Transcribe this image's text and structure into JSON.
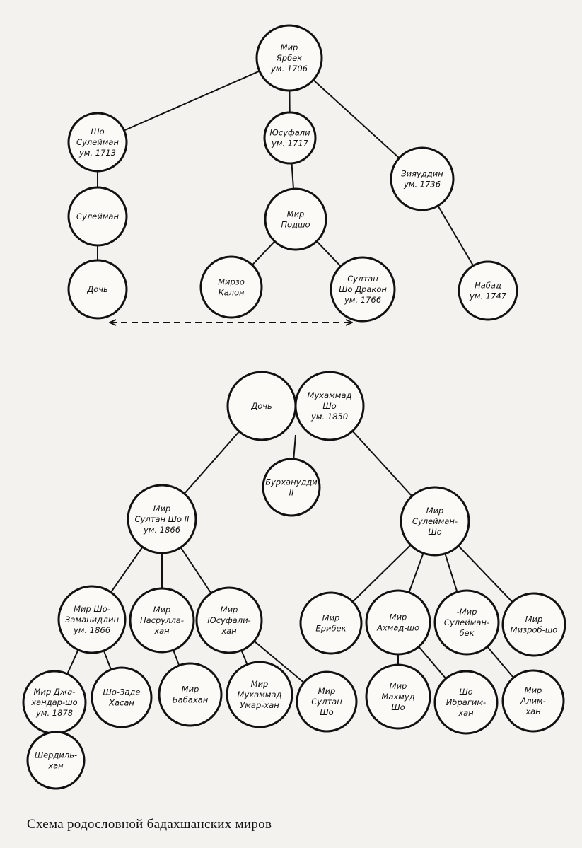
{
  "caption": "Схема родословной бадахшанских миров",
  "nodes": {
    "mir_yarbek": [
      "Мир",
      "Ярбек",
      "ум. 1706"
    ],
    "sho_suleiman": [
      "Шо",
      "Сулейман",
      "ум. 1713"
    ],
    "yusufali": [
      "Юсуфали",
      "ум. 1717"
    ],
    "ziyauddin": [
      "Зияуддин",
      "ум. 1736"
    ],
    "suleiman": [
      "Сулейман"
    ],
    "mir_podsho": [
      "Мир",
      "Подшо"
    ],
    "doch_1": [
      "Дочь"
    ],
    "mirzo_kalon": [
      "Мирзо",
      "Калон"
    ],
    "sultan_sho_drakon": [
      "Султан",
      "Шо Дракон",
      "ум. 1766"
    ],
    "nabad": [
      "Набад",
      "ум. 1747"
    ],
    "doch_2": [
      "Дочь"
    ],
    "muhammad_sho": [
      "Мухаммад",
      "Шо",
      "ум. 1850"
    ],
    "burkhanuddin": [
      "Бурханудди",
      "II"
    ],
    "mir_sultan_sho_2": [
      "Мир",
      "Султан Шо II",
      "ум. 1866"
    ],
    "mir_suleiman_sho": [
      "Мир",
      "Сулейман-",
      "Шо"
    ],
    "mir_sho_zamanuddin": [
      "Мир Шо-",
      "Заманиддин",
      "ум. 1866"
    ],
    "mir_nasrulla_khan": [
      "Мир",
      "Насрулла-",
      "хан"
    ],
    "mir_yusufali_khan": [
      "Мир",
      "Юсуфали-",
      "хан"
    ],
    "mir_yeribek": [
      "Мир",
      "Ерибек"
    ],
    "mir_akhmad_sho": [
      "Мир",
      "Ахмад-шо"
    ],
    "mir_suleiman_bek": [
      "-Мир",
      "Сулейман-",
      "бек"
    ],
    "mir_mizrob_sho": [
      "Мир",
      "Мизроб-шо"
    ],
    "mir_jakhandar_sho": [
      "Мир Джа-",
      "хандар-шо",
      "ум. 1878"
    ],
    "sho_zade_khasan": [
      "Шо-Заде",
      "Хасан"
    ],
    "mir_babakhan": [
      "Мир",
      "Бабахан"
    ],
    "mir_muhammad_umar_khan": [
      "Мир",
      "Мухаммад",
      "Умар-хан"
    ],
    "mir_sultan_sho_3": [
      "Мир",
      "Султан",
      "Шо"
    ],
    "mir_makhmud_sho": [
      "Мир",
      "Махмуд",
      "Шо"
    ],
    "sho_ibragim_khan": [
      "Шо",
      "Ибрагим-",
      "хан"
    ],
    "mir_alim_khan": [
      "Мир",
      "Алим-",
      "хан"
    ],
    "shirdil_khan": [
      "Шердиль-",
      "хан"
    ]
  }
}
